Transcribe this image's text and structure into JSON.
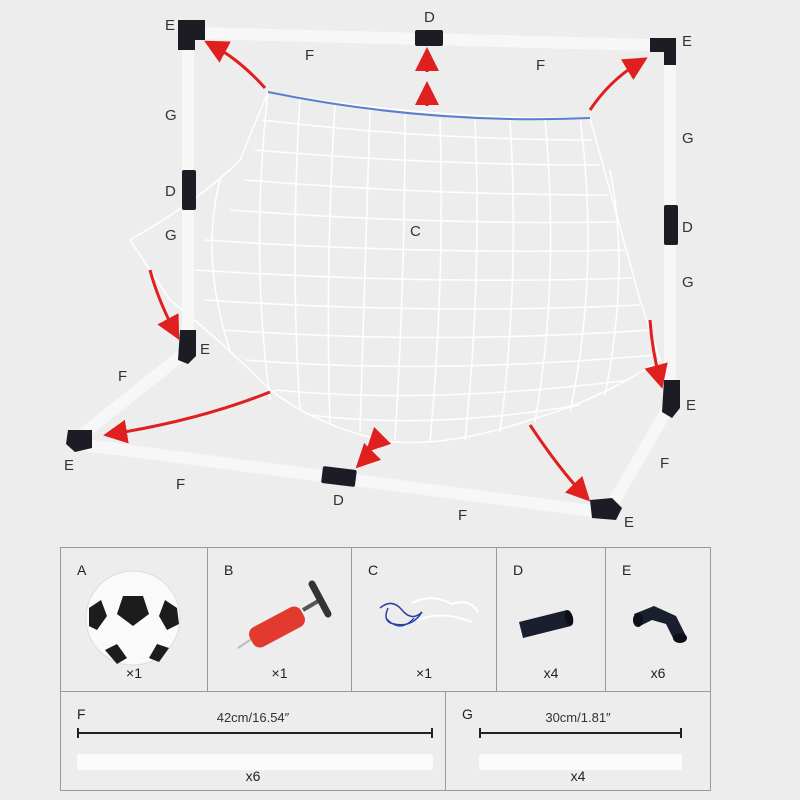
{
  "diagram": {
    "net_label": "C",
    "pipe_labels": {
      "top_left_corner": "E",
      "top_center_coupler": "D",
      "top_right_corner": "E",
      "top_left_pipe": "F",
      "top_right_pipe": "F",
      "left_upper_pipe": "G",
      "left_coupler": "D",
      "left_lower_pipe": "G",
      "right_upper_pipe": "G",
      "right_coupler": "D",
      "right_lower_pipe": "G",
      "left_bottom_corner": "E",
      "right_bottom_corner": "E",
      "left_side_pipe": "F",
      "right_side_pipe": "F",
      "front_left_corner": "E",
      "front_right_corner": "E",
      "front_left_pipe": "F",
      "front_center_coupler": "D",
      "front_right_pipe": "F"
    }
  },
  "parts": [
    {
      "letter": "A",
      "name": "soccer-ball",
      "qty": "×1"
    },
    {
      "letter": "B",
      "name": "air-pump",
      "qty": "×1"
    },
    {
      "letter": "C",
      "name": "net",
      "qty": "×1"
    },
    {
      "letter": "D",
      "name": "straight-coupler",
      "qty": "x4"
    },
    {
      "letter": "E",
      "name": "elbow-connector",
      "qty": "x6"
    }
  ],
  "tubes": [
    {
      "letter": "F",
      "length": "42cm/16.54″",
      "qty": "x6"
    },
    {
      "letter": "G",
      "length": "30cm/1.81″",
      "qty": "x4"
    }
  ],
  "colors": {
    "pipe": "#f7f7f7",
    "connector": "#1c1c24",
    "arrow": "#e0201e",
    "net": "#ffffff",
    "net_top": "#5b7fd0"
  }
}
